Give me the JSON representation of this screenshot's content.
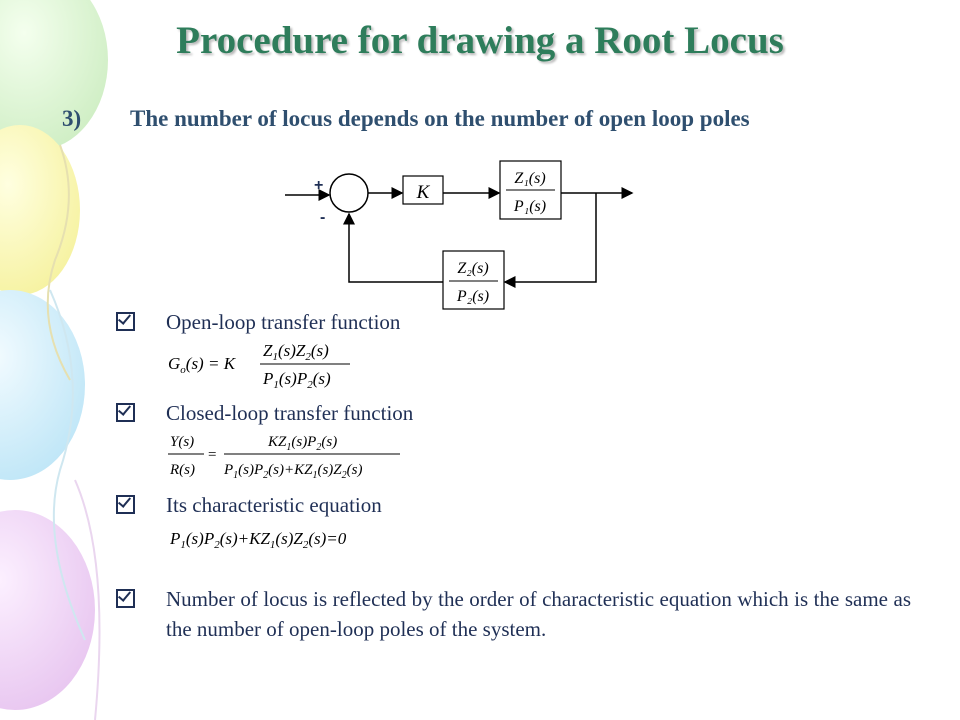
{
  "slide": {
    "title": "Procedure for drawing a Root Locus",
    "item_number": "3)",
    "item_text": "The number of locus depends on the number of open loop poles"
  },
  "diagram": {
    "plus_sign": "+",
    "minus_sign": "-",
    "gain_label": "K",
    "forward_block": {
      "numerator": "Z1(s)",
      "denominator": "P1(s)"
    },
    "feedback_block": {
      "numerator": "Z2(s)",
      "denominator": "P2(s)"
    }
  },
  "bullets": [
    {
      "text": "Open-loop transfer function",
      "equation": "Go(s) = K Z1(s)Z2(s) / P1(s)P2(s)"
    },
    {
      "text": "Closed-loop transfer function",
      "equation": "Y(s)/R(s) = KZ1(s)P2(s) / (P1(s)P2(s)+KZ1(s)Z2(s))"
    },
    {
      "text": "Its characteristic equation",
      "equation": "P1(s)P2(s)+KZ1(s)Z2(s)=0"
    },
    {
      "text": "Number of locus is reflected by the order of characteristic equation which is the same as the number of open-loop poles of the system."
    }
  ],
  "colors": {
    "title": "#2e7d5b",
    "heading": "#2f4f6f",
    "body_text": "#1f2f55"
  }
}
